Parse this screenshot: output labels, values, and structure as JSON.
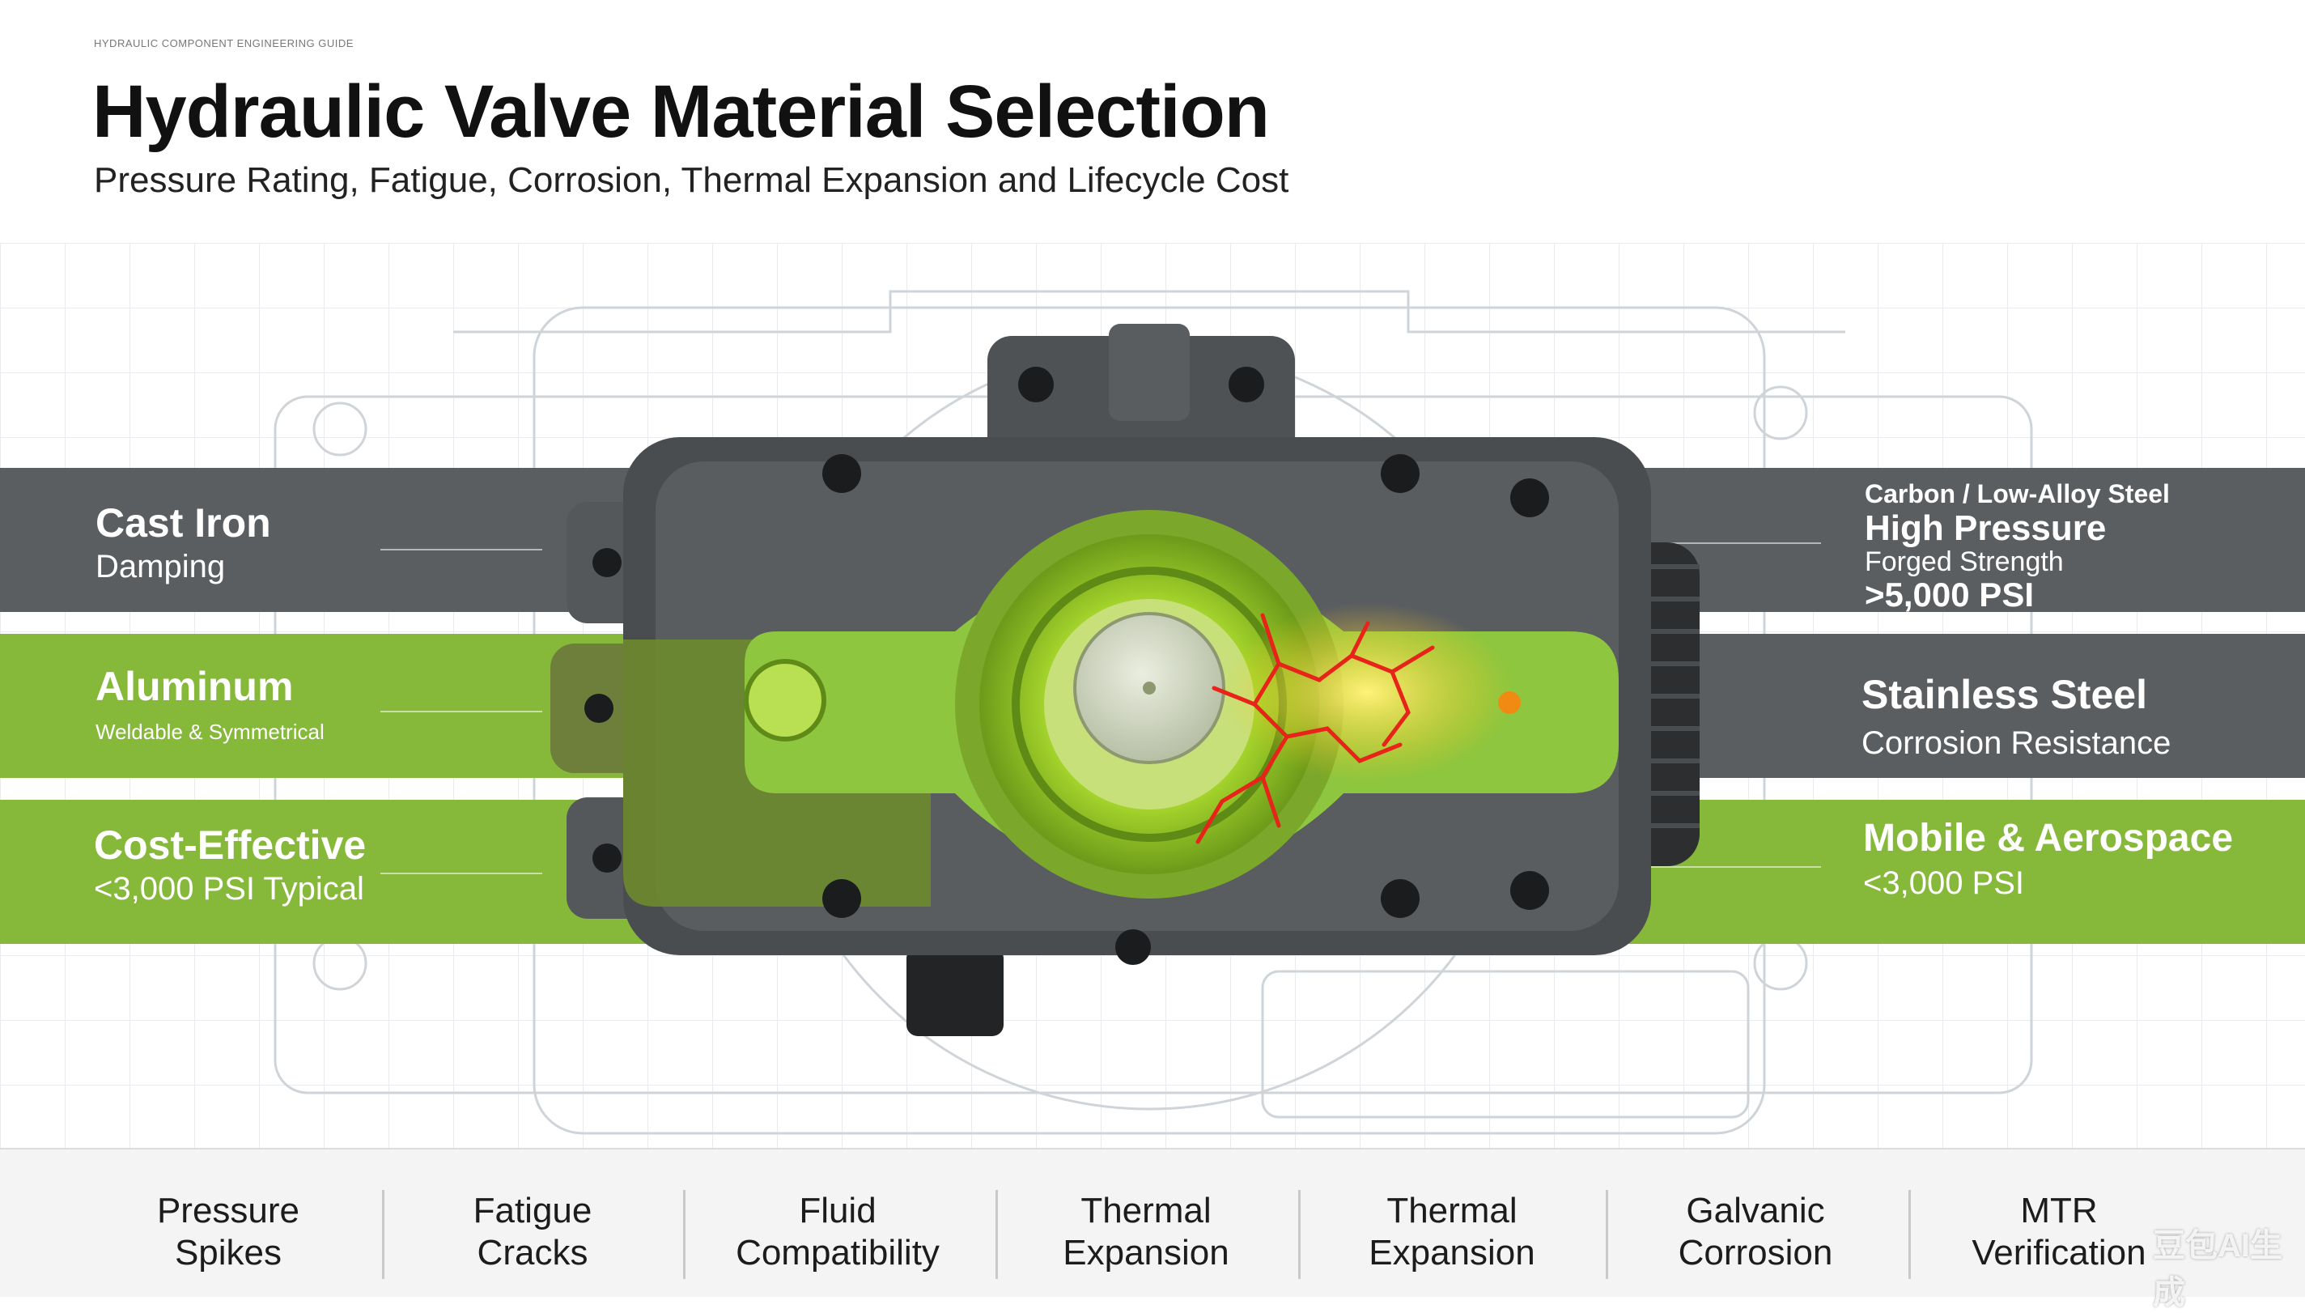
{
  "header": {
    "top_label": "HYDRAULIC COMPONENT ENGINEERING GUIDE",
    "title": "Hydraulic Valve Material Selection",
    "subtitle": "Pressure Rating, Fatigue, Corrosion, Thermal Expansion and Lifecycle Cost"
  },
  "left_bands": [
    {
      "title": "Cast Iron",
      "detail": "Damping"
    },
    {
      "title": "Aluminum",
      "detail": "Weldable & Symmetrical"
    },
    {
      "title": "Cost-Effective",
      "detail": "<3,000 PSI Typical"
    }
  ],
  "right_bands": [
    {
      "line1": "Carbon / Low-Alloy Steel",
      "line2": "High Pressure",
      "line3": "Forged Strength",
      "line4": ">5,000 PSI"
    },
    {
      "title": "Stainless Steel",
      "detail": "Corrosion Resistance"
    },
    {
      "title": "Mobile & Aerospace",
      "detail": "<3,000 PSI"
    }
  ],
  "footer": [
    {
      "line1": "Pressure",
      "line2": "Spikes"
    },
    {
      "line1": "Fatigue",
      "line2": "Cracks"
    },
    {
      "line1": "Fluid",
      "line2": "Compatibility"
    },
    {
      "line1": "Thermal",
      "line2": "Expansion"
    },
    {
      "line1": "Thermal",
      "line2": "Expansion"
    },
    {
      "line1": "Galvanic",
      "line2": "Corrosion"
    },
    {
      "line1": "MTR",
      "line2": "Verification"
    }
  ],
  "watermark": "豆包AI生成",
  "colors": {
    "green": "#86b83a",
    "gray": "#5b5e60",
    "crack": "#e8231a",
    "hot": "#f7d318"
  }
}
